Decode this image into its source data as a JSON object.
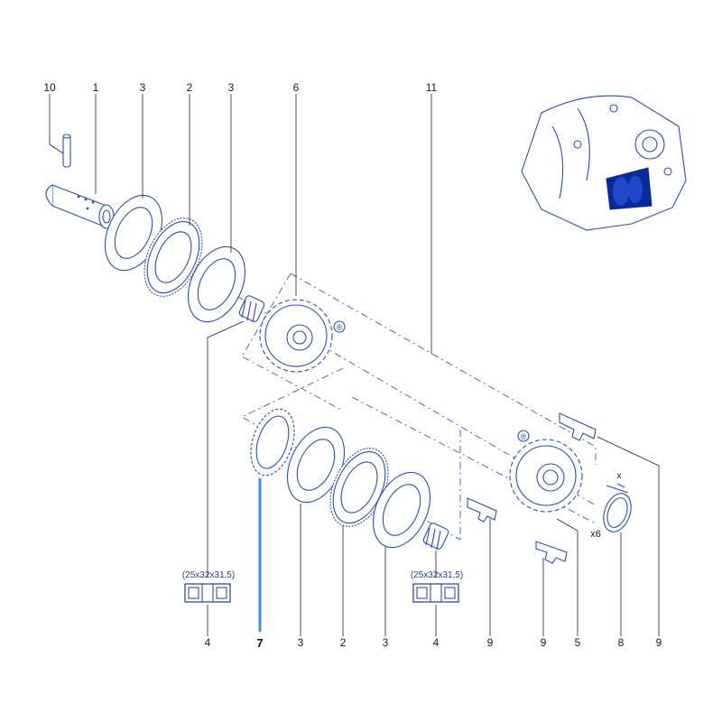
{
  "colors": {
    "part_line": "#2a4fb5",
    "highlight": "#3a8fe0",
    "label": "#1a1a1a",
    "dimension": "#1e3f9a",
    "gearbox_highlight": "#0a2a9a"
  },
  "callouts": {
    "top": [
      "10",
      "1",
      "3",
      "2",
      "3",
      "6",
      "11"
    ],
    "bottom": [
      "4",
      "7",
      "3",
      "2",
      "3",
      "4",
      "9",
      "9",
      "5",
      "8",
      "9"
    ],
    "highlighted": "7"
  },
  "bearing_dims": {
    "left": "(25x32x31,5)",
    "right": "(25x32x31,5)"
  },
  "annotations": {
    "registered_mark_upper": "®",
    "registered_mark_lower": "®",
    "quantity_x6": "x6",
    "axis_x": "x"
  },
  "icons": {
    "gearbox_thumbnail": "gearbox-thumbnail-icon",
    "bearing_symbol": "bearing-square-icon"
  }
}
